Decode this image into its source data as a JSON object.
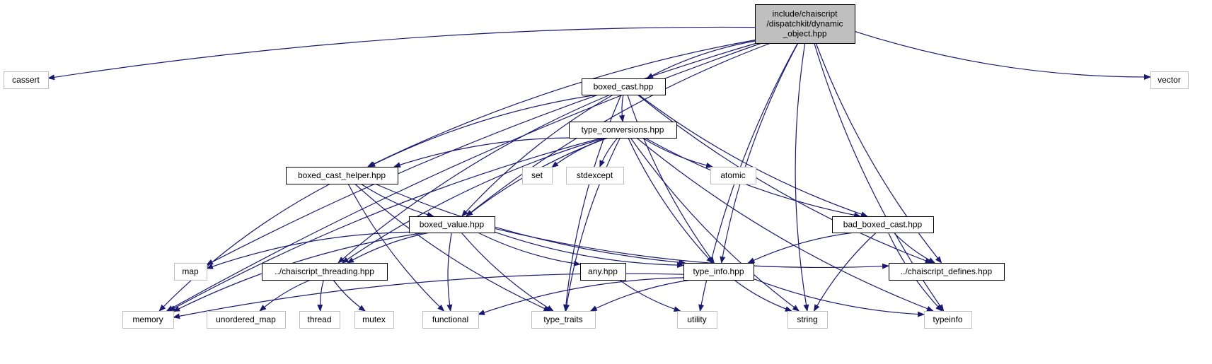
{
  "graph": {
    "nodes": [
      {
        "id": "root",
        "lines": [
          "include/chaiscript",
          "/dispatchkit/dynamic",
          "_object.hpp"
        ],
        "style": "root"
      },
      {
        "id": "cassert",
        "lines": [
          "cassert"
        ],
        "style": "external"
      },
      {
        "id": "boxed_cast",
        "lines": [
          "boxed_cast.hpp"
        ],
        "style": "internal"
      },
      {
        "id": "vector",
        "lines": [
          "vector"
        ],
        "style": "external"
      },
      {
        "id": "type_conversions",
        "lines": [
          "type_conversions.hpp"
        ],
        "style": "internal"
      },
      {
        "id": "boxed_cast_helper",
        "lines": [
          "boxed_cast_helper.hpp"
        ],
        "style": "internal"
      },
      {
        "id": "set",
        "lines": [
          "set"
        ],
        "style": "external"
      },
      {
        "id": "stdexcept",
        "lines": [
          "stdexcept"
        ],
        "style": "external"
      },
      {
        "id": "atomic",
        "lines": [
          "atomic"
        ],
        "style": "external"
      },
      {
        "id": "bad_boxed_cast",
        "lines": [
          "bad_boxed_cast.hpp"
        ],
        "style": "internal"
      },
      {
        "id": "boxed_value",
        "lines": [
          "boxed_value.hpp"
        ],
        "style": "internal"
      },
      {
        "id": "map",
        "lines": [
          "map"
        ],
        "style": "external"
      },
      {
        "id": "chaiscript_threading",
        "lines": [
          "../chaiscript_threading.hpp"
        ],
        "style": "internal"
      },
      {
        "id": "any",
        "lines": [
          "any.hpp"
        ],
        "style": "internal"
      },
      {
        "id": "type_info",
        "lines": [
          "type_info.hpp"
        ],
        "style": "internal"
      },
      {
        "id": "chaiscript_defines",
        "lines": [
          "../chaiscript_defines.hpp"
        ],
        "style": "internal"
      },
      {
        "id": "memory",
        "lines": [
          "memory"
        ],
        "style": "external"
      },
      {
        "id": "unordered_map",
        "lines": [
          "unordered_map"
        ],
        "style": "external"
      },
      {
        "id": "thread",
        "lines": [
          "thread"
        ],
        "style": "external"
      },
      {
        "id": "mutex",
        "lines": [
          "mutex"
        ],
        "style": "external"
      },
      {
        "id": "functional",
        "lines": [
          "functional"
        ],
        "style": "external"
      },
      {
        "id": "type_traits",
        "lines": [
          "type_traits"
        ],
        "style": "external"
      },
      {
        "id": "utility",
        "lines": [
          "utility"
        ],
        "style": "external"
      },
      {
        "id": "string",
        "lines": [
          "string"
        ],
        "style": "external"
      },
      {
        "id": "typeinfo",
        "lines": [
          "typeinfo"
        ],
        "style": "external"
      }
    ],
    "edges": [
      [
        "root",
        "cassert"
      ],
      [
        "root",
        "memory"
      ],
      [
        "root",
        "map"
      ],
      [
        "root",
        "boxed_cast_helper"
      ],
      [
        "root",
        "boxed_value"
      ],
      [
        "root",
        "boxed_cast"
      ],
      [
        "root",
        "type_info"
      ],
      [
        "root",
        "chaiscript_defines"
      ],
      [
        "root",
        "utility"
      ],
      [
        "root",
        "string"
      ],
      [
        "root",
        "typeinfo"
      ],
      [
        "root",
        "vector"
      ],
      [
        "boxed_cast",
        "chaiscript_threading"
      ],
      [
        "boxed_cast",
        "boxed_cast_helper"
      ],
      [
        "boxed_cast",
        "boxed_value"
      ],
      [
        "boxed_cast",
        "type_traits"
      ],
      [
        "boxed_cast",
        "type_conversions"
      ],
      [
        "boxed_cast",
        "type_info"
      ],
      [
        "boxed_cast",
        "bad_boxed_cast"
      ],
      [
        "boxed_cast",
        "chaiscript_defines"
      ],
      [
        "type_conversions",
        "memory"
      ],
      [
        "type_conversions",
        "chaiscript_threading"
      ],
      [
        "type_conversions",
        "boxed_cast_helper"
      ],
      [
        "type_conversions",
        "boxed_value"
      ],
      [
        "type_conversions",
        "set"
      ],
      [
        "type_conversions",
        "stdexcept"
      ],
      [
        "type_conversions",
        "type_traits"
      ],
      [
        "type_conversions",
        "type_info"
      ],
      [
        "type_conversions",
        "atomic"
      ],
      [
        "type_conversions",
        "string"
      ],
      [
        "type_conversions",
        "bad_boxed_cast"
      ],
      [
        "type_conversions",
        "typeinfo"
      ],
      [
        "boxed_cast_helper",
        "memory"
      ],
      [
        "boxed_cast_helper",
        "boxed_value"
      ],
      [
        "boxed_cast_helper",
        "functional"
      ],
      [
        "boxed_cast_helper",
        "type_traits"
      ],
      [
        "boxed_cast_helper",
        "type_info"
      ],
      [
        "boxed_value",
        "map"
      ],
      [
        "boxed_value",
        "memory"
      ],
      [
        "boxed_value",
        "chaiscript_threading"
      ],
      [
        "boxed_value",
        "functional"
      ],
      [
        "boxed_value",
        "type_traits"
      ],
      [
        "boxed_value",
        "any"
      ],
      [
        "boxed_value",
        "type_info"
      ],
      [
        "boxed_value",
        "chaiscript_defines"
      ],
      [
        "bad_boxed_cast",
        "type_info"
      ],
      [
        "bad_boxed_cast",
        "chaiscript_defines"
      ],
      [
        "bad_boxed_cast",
        "string"
      ],
      [
        "bad_boxed_cast",
        "typeinfo"
      ],
      [
        "chaiscript_threading",
        "unordered_map"
      ],
      [
        "chaiscript_threading",
        "thread"
      ],
      [
        "chaiscript_threading",
        "mutex"
      ],
      [
        "any",
        "utility"
      ],
      [
        "type_info",
        "memory"
      ],
      [
        "type_info",
        "functional"
      ],
      [
        "type_info",
        "type_traits"
      ],
      [
        "type_info",
        "string"
      ],
      [
        "type_info",
        "typeinfo"
      ]
    ]
  },
  "colors": {
    "edge": "#191970",
    "root_fill": "#bfbfbf",
    "root_border": "#000000",
    "internal_fill": "#ffffff",
    "internal_border": "#000000",
    "external_fill": "#ffffff",
    "external_border": "#bfbfbf"
  }
}
